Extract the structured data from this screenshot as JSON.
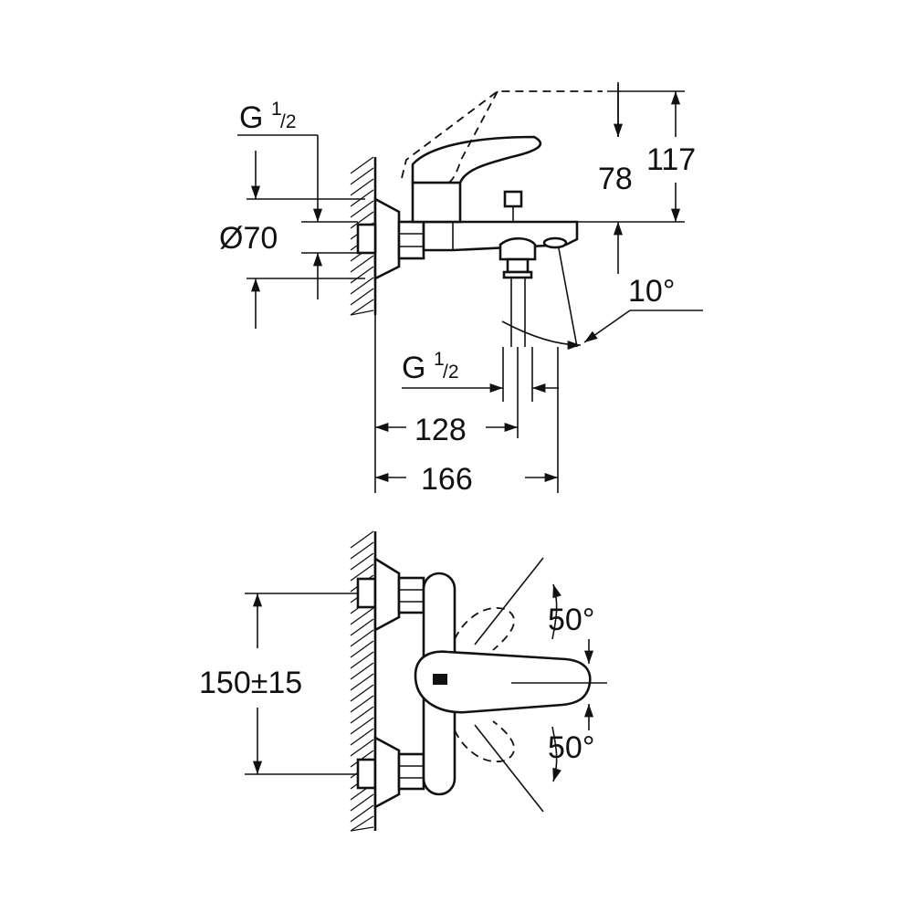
{
  "side_view": {
    "thread_top": {
      "main": "G",
      "sup": "1",
      "sub": "/2"
    },
    "diameter": "Ø70",
    "height_78": "78",
    "height_117": "117",
    "angle": "10°",
    "thread_bottom": {
      "main": "G",
      "sup": "1",
      "sub": "/2"
    },
    "length_128": "128",
    "length_166": "166"
  },
  "top_view": {
    "spacing": "150±15",
    "angle_upper": "50°",
    "angle_lower": "50°"
  }
}
